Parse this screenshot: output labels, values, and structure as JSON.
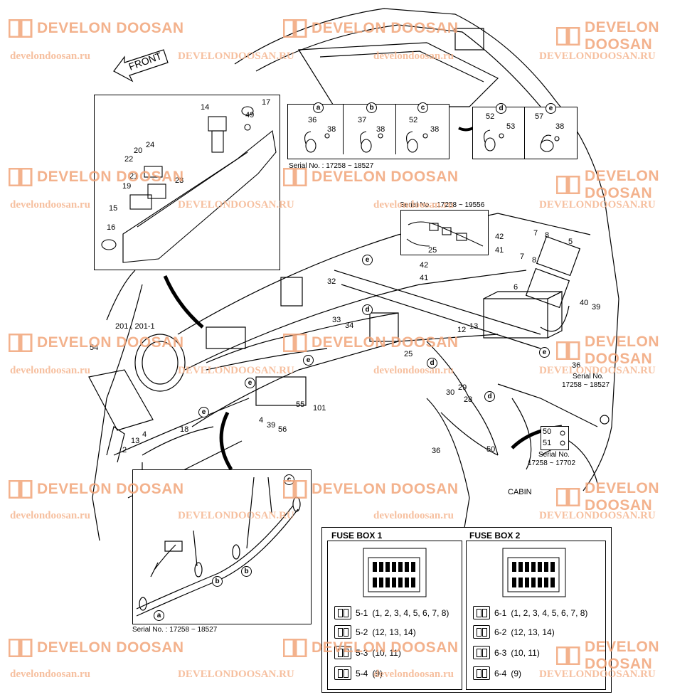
{
  "front_label": "FRONT",
  "watermark": {
    "logo_text": "DEVELON DOOSAN",
    "url_lower": "develondoosan.ru",
    "url_upper": "DEVELONDOOSAN.RU"
  },
  "part_labels": {
    "p14": "14",
    "p17": "17",
    "p49": "49",
    "p20": "20",
    "p24": "24",
    "p22": "22",
    "p21": "21",
    "p23": "23",
    "p19": "19",
    "p15": "15",
    "p16": "16",
    "p36a": "36",
    "p38a": "38",
    "p37": "37",
    "p38b": "38",
    "p52a": "52",
    "p38c": "38",
    "p52b": "52",
    "p53": "53",
    "p57": "57",
    "p38d": "38",
    "p25a": "25",
    "p42a": "42",
    "p41a": "41",
    "p7a": "7",
    "p8a": "8",
    "p5": "5",
    "p7b": "7",
    "p8b": "8",
    "p42b": "42",
    "p41b": "41",
    "p6": "6",
    "p32": "32",
    "p33": "33",
    "p34": "34",
    "p12": "12",
    "p13a": "13",
    "p40": "40",
    "p39a": "39",
    "p25b": "25",
    "p36b": "36",
    "p201": "201 , 201-1",
    "p54": "54",
    "p30": "30",
    "p29": "29",
    "p28": "28",
    "p55": "55",
    "p101": "101",
    "p4a": "4",
    "p39b": "39",
    "p56": "56",
    "p18": "18",
    "p4b": "4",
    "p13b": "13",
    "p2": "2",
    "p36c": "36",
    "p50a": "50",
    "p50b": "50",
    "p51": "51"
  },
  "callouts": [
    "a",
    "b",
    "c",
    "d",
    "e"
  ],
  "serials": {
    "s1": "Serial No. : 17258 ~ 18527",
    "s2": "Serial No. : 17258 ~ 19556",
    "s3_line1": "Serial No.",
    "s3_line2": "17258 ~ 18527",
    "s4_line1": "Serial No.",
    "s4_line2": "17258 ~ 17702",
    "s5": "Serial No. : 17258 ~ 18527"
  },
  "cabin_label": "CABIN",
  "fuse_box_1": {
    "title": "FUSE BOX 1",
    "rows": [
      {
        "code": "5-1",
        "range": "(1, 2, 3, 4, 5, 6, 7, 8)"
      },
      {
        "code": "5-2",
        "range": "(12, 13, 14)"
      },
      {
        "code": "5-3",
        "range": "(10, 11)"
      },
      {
        "code": "5-4",
        "range": "(9)"
      }
    ]
  },
  "fuse_box_2": {
    "title": "FUSE BOX 2",
    "rows": [
      {
        "code": "6-1",
        "range": "(1, 2, 3, 4, 5, 6, 7, 8)"
      },
      {
        "code": "6-2",
        "range": "(12, 13, 14)"
      },
      {
        "code": "6-3",
        "range": "(10, 11)"
      },
      {
        "code": "6-4",
        "range": "(9)"
      }
    ]
  }
}
